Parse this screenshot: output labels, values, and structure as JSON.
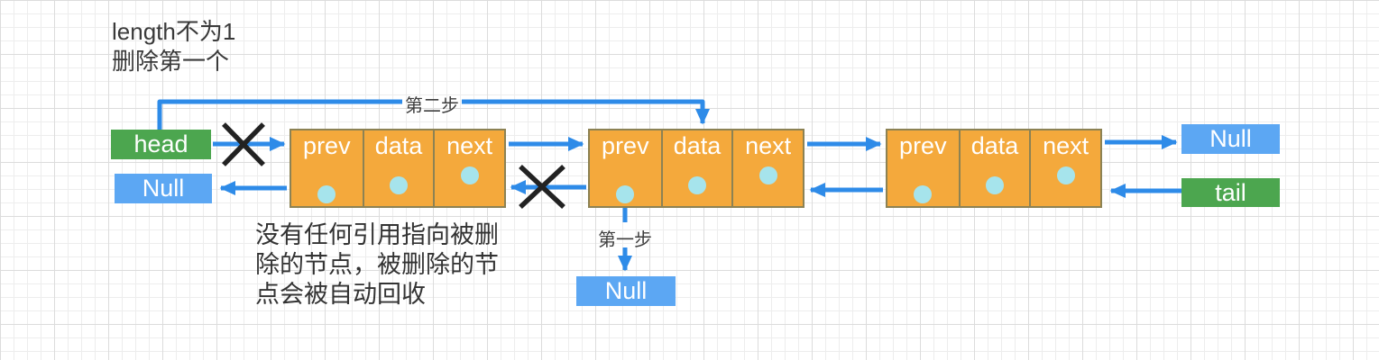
{
  "title": {
    "line1": "length不为1",
    "line2": "删除第一个"
  },
  "note": {
    "line1": "没有任何引用指向被删",
    "line2": "除的节点，被删除的节",
    "line3": "点会被自动回收"
  },
  "pointers": {
    "head": "head",
    "tail": "tail"
  },
  "nulls": {
    "left": "Null",
    "right": "Null",
    "bottom": "Null"
  },
  "steps": {
    "step1": "第一步",
    "step2": "第二步"
  },
  "cells": {
    "prev": "prev",
    "data": "data",
    "next": "next"
  },
  "colors": {
    "arrow_blue": "#2E8BE8",
    "node_fill": "#F4A93C",
    "node_border": "#8C8254",
    "pointer_dot": "#A6E4EC",
    "null_box": "#5CA7F3",
    "head_tail_box": "#4CA64F",
    "cross_mark": "#222222",
    "grid_minor": "#EDEDED",
    "grid_major": "#DCDCDC"
  }
}
